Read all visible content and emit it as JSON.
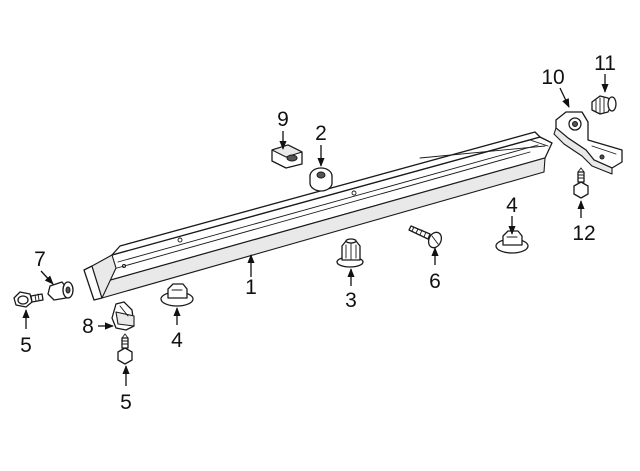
{
  "callouts": {
    "c1": "1",
    "c2": "2",
    "c3": "3",
    "c4a": "4",
    "c4b": "4",
    "c5a": "5",
    "c5b": "5",
    "c6": "6",
    "c7": "7",
    "c8": "8",
    "c9": "9",
    "c10": "10",
    "c11": "11",
    "c12": "12"
  }
}
